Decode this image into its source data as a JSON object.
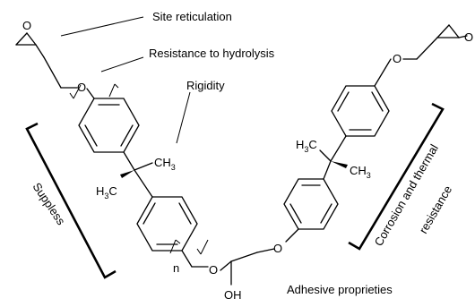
{
  "annotations": {
    "site_reticulation": "Site reticulation",
    "resistance_hydrolysis": "Resistance to hydrolysis",
    "rigidity": "Rigidity",
    "suppless": "Suppless",
    "corrosion_line1": "Corrosion and thermal",
    "corrosion_line2": "resistance",
    "adhesive": "Adhesive proprieties"
  },
  "atoms": {
    "oxygen": "O",
    "hydroxyl": "OH",
    "repeat_n": "n",
    "methyl_left": "H",
    "methyl_right": "CH",
    "sub3": "3"
  }
}
